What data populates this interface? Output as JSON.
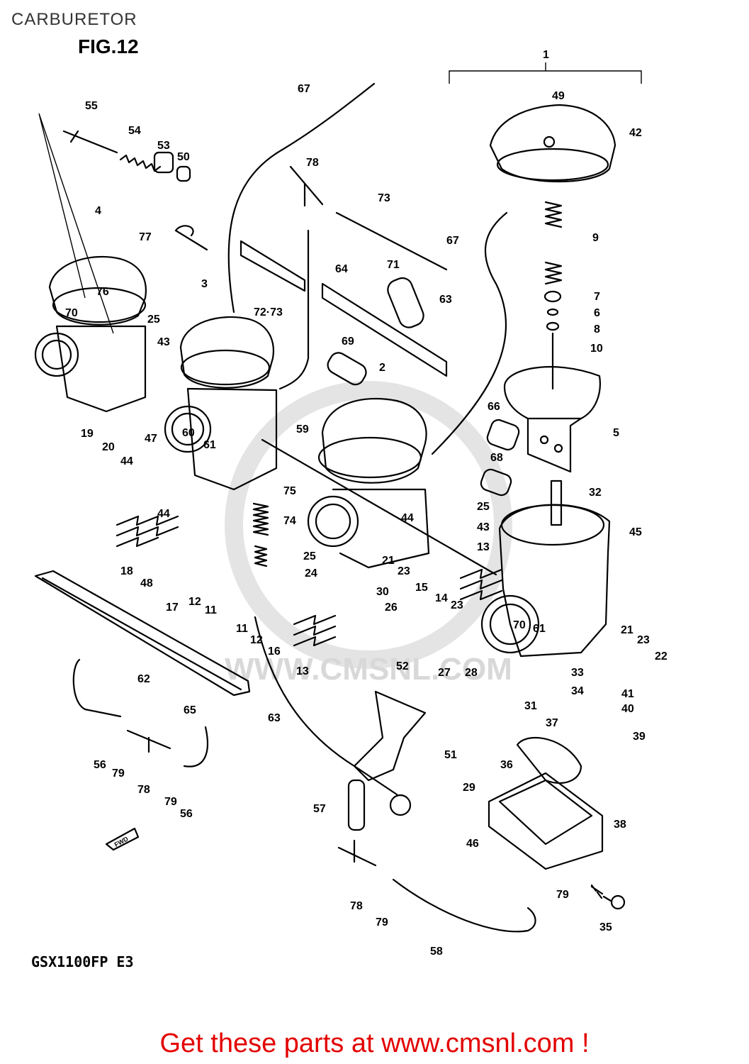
{
  "header": {
    "title": "CARBURETOR",
    "figure": "FIG.12"
  },
  "model_code": "GSX1100FP E3",
  "direction_marker": "FWD",
  "watermark": "WWW.CMSNL.COM",
  "footer": {
    "cta": "Get these parts at www.cmsnl.com !"
  },
  "callouts": [
    {
      "id": "c1",
      "text": "1"
    },
    {
      "id": "c2",
      "text": "2"
    },
    {
      "id": "c3",
      "text": "3"
    },
    {
      "id": "c4",
      "text": "4"
    },
    {
      "id": "c5",
      "text": "5"
    },
    {
      "id": "c6",
      "text": "6"
    },
    {
      "id": "c7",
      "text": "7"
    },
    {
      "id": "c8",
      "text": "8"
    },
    {
      "id": "c9",
      "text": "9"
    },
    {
      "id": "c10",
      "text": "10"
    },
    {
      "id": "c11a",
      "text": "11"
    },
    {
      "id": "c11b",
      "text": "11"
    },
    {
      "id": "c12a",
      "text": "12"
    },
    {
      "id": "c12b",
      "text": "12"
    },
    {
      "id": "c13a",
      "text": "13"
    },
    {
      "id": "c13b",
      "text": "13"
    },
    {
      "id": "c14",
      "text": "14"
    },
    {
      "id": "c15",
      "text": "15"
    },
    {
      "id": "c16",
      "text": "16"
    },
    {
      "id": "c17",
      "text": "17"
    },
    {
      "id": "c18",
      "text": "18"
    },
    {
      "id": "c19",
      "text": "19"
    },
    {
      "id": "c20",
      "text": "20"
    },
    {
      "id": "c21a",
      "text": "21"
    },
    {
      "id": "c21b",
      "text": "21"
    },
    {
      "id": "c22",
      "text": "22"
    },
    {
      "id": "c23a",
      "text": "23"
    },
    {
      "id": "c23b",
      "text": "23"
    },
    {
      "id": "c23c",
      "text": "23"
    },
    {
      "id": "c24",
      "text": "24"
    },
    {
      "id": "c25a",
      "text": "25"
    },
    {
      "id": "c25b",
      "text": "25"
    },
    {
      "id": "c25c",
      "text": "25"
    },
    {
      "id": "c26",
      "text": "26"
    },
    {
      "id": "c27",
      "text": "27"
    },
    {
      "id": "c28",
      "text": "28"
    },
    {
      "id": "c29",
      "text": "29"
    },
    {
      "id": "c30",
      "text": "30"
    },
    {
      "id": "c31",
      "text": "31"
    },
    {
      "id": "c32",
      "text": "32"
    },
    {
      "id": "c33",
      "text": "33"
    },
    {
      "id": "c34",
      "text": "34"
    },
    {
      "id": "c35",
      "text": "35"
    },
    {
      "id": "c36",
      "text": "36"
    },
    {
      "id": "c37",
      "text": "37"
    },
    {
      "id": "c38",
      "text": "38"
    },
    {
      "id": "c39",
      "text": "39"
    },
    {
      "id": "c40",
      "text": "40"
    },
    {
      "id": "c41",
      "text": "41"
    },
    {
      "id": "c42",
      "text": "42"
    },
    {
      "id": "c43a",
      "text": "43"
    },
    {
      "id": "c43b",
      "text": "43"
    },
    {
      "id": "c44a",
      "text": "44"
    },
    {
      "id": "c44b",
      "text": "44"
    },
    {
      "id": "c44c",
      "text": "44"
    },
    {
      "id": "c45",
      "text": "45"
    },
    {
      "id": "c46",
      "text": "46"
    },
    {
      "id": "c47",
      "text": "47"
    },
    {
      "id": "c48",
      "text": "48"
    },
    {
      "id": "c49",
      "text": "49"
    },
    {
      "id": "c50",
      "text": "50"
    },
    {
      "id": "c51",
      "text": "51"
    },
    {
      "id": "c52",
      "text": "52"
    },
    {
      "id": "c53",
      "text": "53"
    },
    {
      "id": "c54",
      "text": "54"
    },
    {
      "id": "c55",
      "text": "55"
    },
    {
      "id": "c56a",
      "text": "56"
    },
    {
      "id": "c56b",
      "text": "56"
    },
    {
      "id": "c57",
      "text": "57"
    },
    {
      "id": "c58",
      "text": "58"
    },
    {
      "id": "c59",
      "text": "59"
    },
    {
      "id": "c60",
      "text": "60"
    },
    {
      "id": "c61a",
      "text": "61"
    },
    {
      "id": "c61b",
      "text": "61"
    },
    {
      "id": "c62",
      "text": "62"
    },
    {
      "id": "c63a",
      "text": "63"
    },
    {
      "id": "c63b",
      "text": "63"
    },
    {
      "id": "c64",
      "text": "64"
    },
    {
      "id": "c65",
      "text": "65"
    },
    {
      "id": "c66",
      "text": "66"
    },
    {
      "id": "c67a",
      "text": "67"
    },
    {
      "id": "c67b",
      "text": "67"
    },
    {
      "id": "c68",
      "text": "68"
    },
    {
      "id": "c69",
      "text": "69"
    },
    {
      "id": "c70a",
      "text": "70"
    },
    {
      "id": "c70b",
      "text": "70"
    },
    {
      "id": "c71",
      "text": "71"
    },
    {
      "id": "c72",
      "text": "72·73"
    },
    {
      "id": "c73",
      "text": "73"
    },
    {
      "id": "c74",
      "text": "74"
    },
    {
      "id": "c75",
      "text": "75"
    },
    {
      "id": "c76",
      "text": "76"
    },
    {
      "id": "c77",
      "text": "77"
    },
    {
      "id": "c78a",
      "text": "78"
    },
    {
      "id": "c78b",
      "text": "78"
    },
    {
      "id": "c78c",
      "text": "78"
    },
    {
      "id": "c79a",
      "text": "79"
    },
    {
      "id": "c79b",
      "text": "79"
    },
    {
      "id": "c79c",
      "text": "79"
    },
    {
      "id": "c79d",
      "text": "79"
    }
  ]
}
